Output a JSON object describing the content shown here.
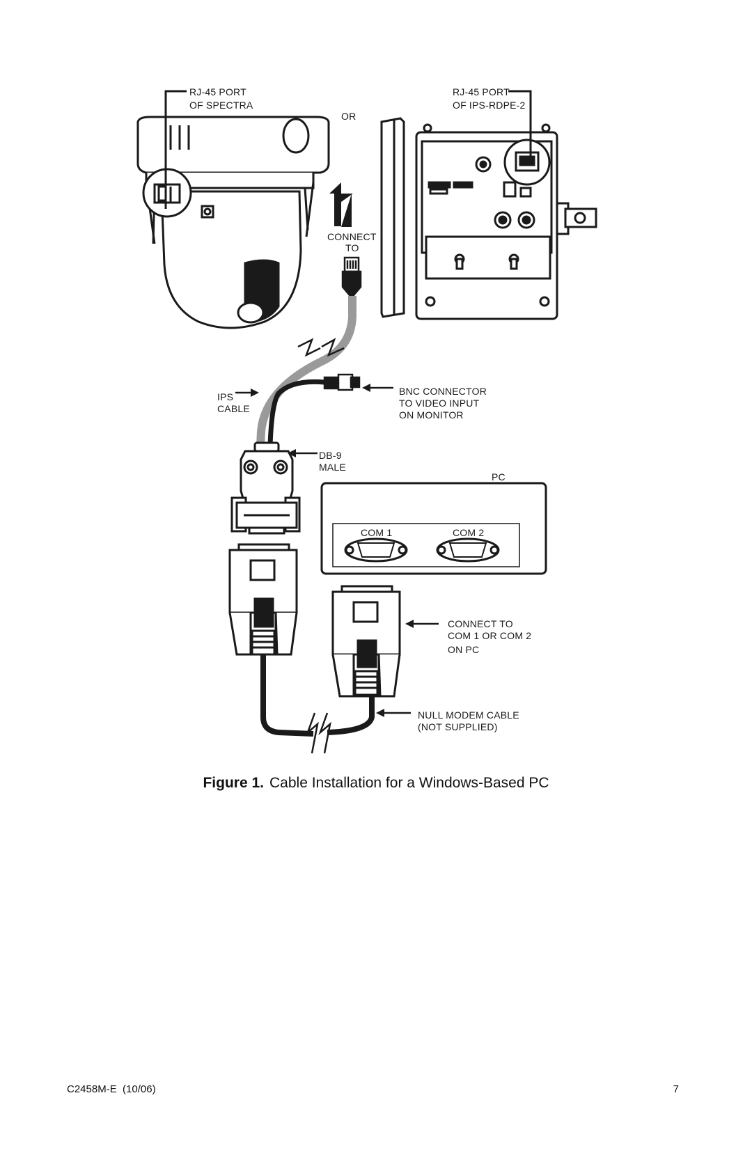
{
  "figure": {
    "labels": {
      "rj45_spectra_1": "RJ-45 PORT",
      "rj45_spectra_2": "OF SPECTRA",
      "or": "OR",
      "rj45_ips_1": "RJ-45 PORT",
      "rj45_ips_2": "OF IPS-RDPE-2",
      "connect_to_1": "CONNECT",
      "connect_to_2": "TO",
      "ips_cable_1": "IPS",
      "ips_cable_2": "CABLE",
      "bnc_1": "BNC CONNECTOR",
      "bnc_2": "TO VIDEO INPUT",
      "bnc_3": "ON MONITOR",
      "db9_1": "DB-9",
      "db9_2": "MALE",
      "pc": "PC",
      "com1": "COM 1",
      "com2": "COM 2",
      "connect_com_1": "CONNECT TO",
      "connect_com_2": "COM 1 OR COM 2",
      "connect_com_3": "ON PC",
      "null_modem_1": "NULL MODEM CABLE",
      "null_modem_2": "(NOT SUPPLIED)"
    },
    "caption_number": "Figure 1.",
    "caption_text": "Cable Installation for a Windows-Based PC"
  },
  "footer": {
    "doc_id": "C2458M-E  (10/06)",
    "page_number": "7"
  }
}
